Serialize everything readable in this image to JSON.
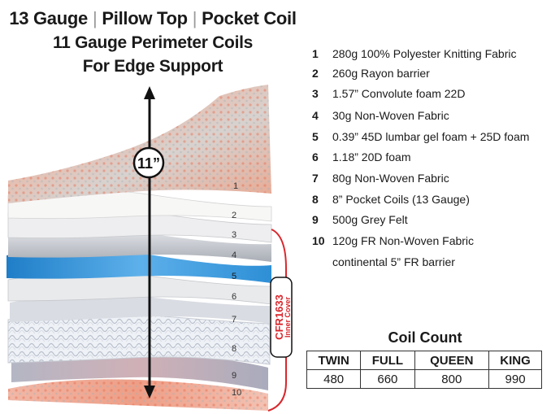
{
  "header": {
    "line1_parts": [
      "13 Gauge",
      "Pillow Top",
      "Pocket Coil"
    ],
    "separator": "|",
    "line2": "11 Gauge Perimeter Coils",
    "line3": "For Edge Support"
  },
  "diagram": {
    "height_label": "11”",
    "badge_line1": "CFR1633",
    "badge_line2": "Inner Cover",
    "layer_numbers": [
      "1",
      "2",
      "3",
      "4",
      "5",
      "6",
      "7",
      "8",
      "9",
      "10"
    ],
    "colors": {
      "accent_red": "#d9272d",
      "gel_blue": "#2e8fd6",
      "foam_gray": "#c9ccd2",
      "coil_white": "#f2f4f7"
    }
  },
  "specs": [
    {
      "num": "1",
      "text": "280g 100% Polyester Knitting Fabric"
    },
    {
      "num": "2",
      "text": "260g Rayon barrier"
    },
    {
      "num": "3",
      "text": "1.57” Convolute foam 22D"
    },
    {
      "num": "4",
      "text": "30g  Non-Woven Fabric"
    },
    {
      "num": "5",
      "text": "0.39” 45D lumbar gel foam + 25D foam"
    },
    {
      "num": "6",
      "text": "1.18” 20D foam"
    },
    {
      "num": "7",
      "text": "80g Non-Woven Fabric"
    },
    {
      "num": "8",
      "text": "8” Pocket Coils (13 Gauge)"
    },
    {
      "num": "9",
      "text": "500g Grey Felt"
    },
    {
      "num": "10",
      "text": "120g FR Non-Woven Fabric"
    }
  ],
  "spec_continuation": "continental 5” FR barrier",
  "coil_count": {
    "title": "Coil Count",
    "headers": [
      "TWIN",
      "FULL",
      "QUEEN",
      "KING"
    ],
    "values": [
      "480",
      "660",
      "800",
      "990"
    ]
  }
}
